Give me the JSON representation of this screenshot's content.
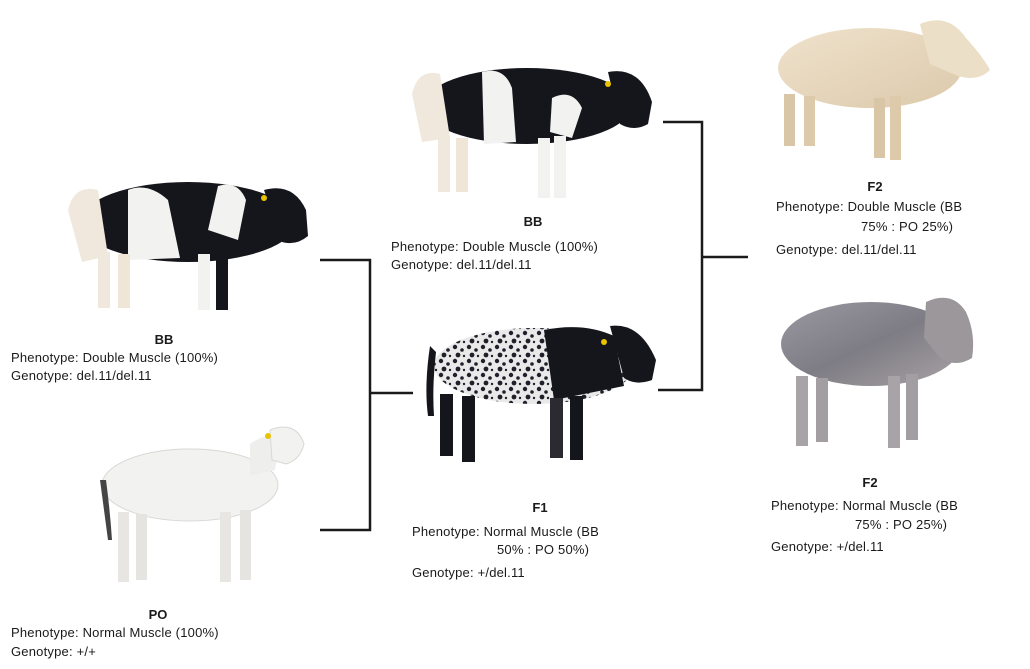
{
  "nodes": {
    "bb_parent": {
      "title": "BB",
      "phenotype": "Phenotype: Double Muscle (100%)",
      "genotype": "Genotype: del.11/del.11",
      "coat": "black-white"
    },
    "po_parent": {
      "title": "PO",
      "phenotype": "Phenotype: Normal Muscle (100%)",
      "genotype": "Genotype: +/+",
      "coat": "white"
    },
    "bb_backcross": {
      "title": "BB",
      "phenotype": "Phenotype: Double Muscle (100%)",
      "genotype": "Genotype: del.11/del.11",
      "coat": "black-white"
    },
    "f1": {
      "title": "F1",
      "phenotype_line1": "Phenotype: Normal Muscle (BB",
      "phenotype_line2": "50% : PO 50%)",
      "genotype": "Genotype: +/del.11",
      "coat": "black-white-speckled"
    },
    "f2_double": {
      "title": "F2",
      "phenotype_line1": "Phenotype: Double Muscle (BB",
      "phenotype_line2": "75% : PO 25%)",
      "genotype": "Genotype: del.11/del.11",
      "coat": "cream"
    },
    "f2_normal": {
      "title": "F2",
      "phenotype_line1": "Phenotype: Normal Muscle (BB",
      "phenotype_line2": "75% : PO 25%)",
      "genotype": "Genotype: +/del.11",
      "coat": "grey"
    }
  },
  "colors": {
    "line": "#1a1a1a",
    "black_patch": "#15151c",
    "white_coat": "#f2f2f0",
    "cream_coat": "#eadcc4",
    "grey_coat": "#8d8c8f"
  }
}
